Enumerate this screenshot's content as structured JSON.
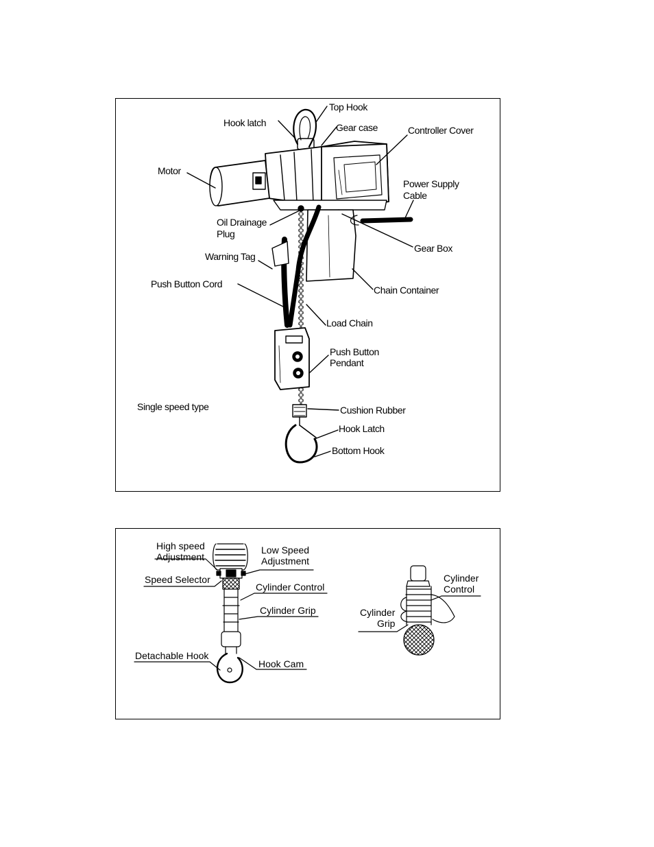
{
  "hoist_figure": {
    "labels": {
      "top_hook": "Top Hook",
      "hook_latch_top": "Hook latch",
      "gear_case": "Gear case",
      "controller_cover": "Controller Cover",
      "motor": "Motor",
      "power_supply_cable_1": "Power Supply",
      "power_supply_cable_2": "Cable",
      "oil_drainage_plug_1": "Oil Drainage",
      "oil_drainage_plug_2": "Plug",
      "gear_box": "Gear Box",
      "warning_tag": "Warning Tag",
      "push_button_cord": "Push Button Cord",
      "chain_container": "Chain Container",
      "load_chain": "Load Chain",
      "push_button_pendant_1": "Push Button",
      "push_button_pendant_2": "Pendant",
      "single_speed_type": "Single speed type",
      "cushion_rubber": "Cushion Rubber",
      "hook_latch_bottom": "Hook Latch",
      "bottom_hook": "Bottom Hook"
    }
  },
  "cylinder_figure": {
    "labels": {
      "high_speed_adjustment_1": "High speed",
      "high_speed_adjustment_2": "Adjustment",
      "low_speed_adjustment_1": "Low Speed",
      "low_speed_adjustment_2": "Adjustment",
      "speed_selector": "Speed Selector",
      "cylinder_control": "Cylinder Control",
      "cylinder_grip": "Cylinder Grip",
      "detachable_hook": "Detachable Hook",
      "hook_cam": "Hook Cam",
      "cylinder_control_right_1": "Cylinder",
      "cylinder_control_right_2": "Control",
      "cylinder_grip_right_1": "Cylinder",
      "cylinder_grip_right_2": "Grip"
    }
  }
}
